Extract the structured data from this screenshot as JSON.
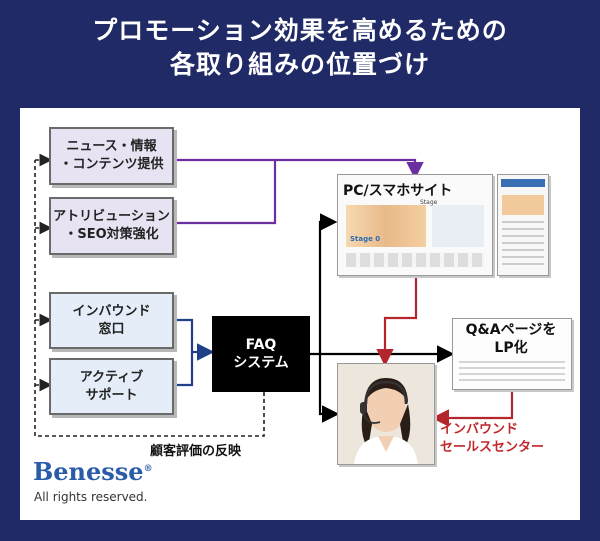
{
  "title": {
    "line1": "プロモーション効果を高めるための",
    "line2": "各取り組みの位置づけ"
  },
  "boxes": {
    "news": "ニュース・情報\n・コンテンツ提供",
    "attribution": "アトリビューション\n・SEO対策強化",
    "inbound": "インバウンド\n窓口",
    "active": "アクティブ\nサポート",
    "faq": "FAQ\nシステム"
  },
  "site": {
    "title": "PC/スマホサイト",
    "brand": "Stage",
    "badge": "Stage 0"
  },
  "qa": {
    "title": "Q&Aページを\nLP化"
  },
  "center": {
    "label": "インバウンド\nセールスセンター"
  },
  "feedback": "顧客評価の反映",
  "brand": {
    "logo": "Benesse",
    "mark": "®",
    "rights": "All rights reserved."
  },
  "colors": {
    "background": "#1f2a66",
    "purple_arrow": "#6b2fa0",
    "blue_arrow": "#1f3f88",
    "red_arrow": "#b3262b",
    "center_text": "#c0282b"
  }
}
